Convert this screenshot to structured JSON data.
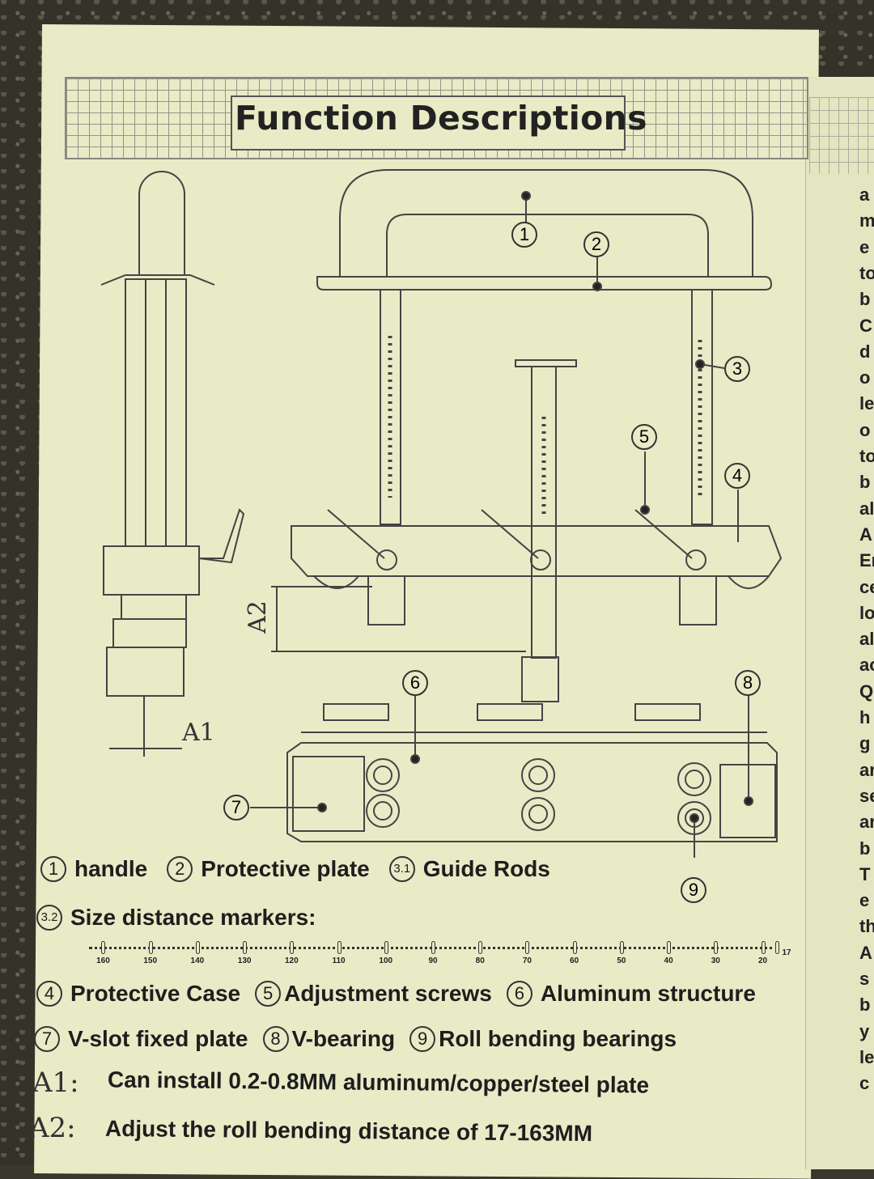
{
  "header": {
    "title": "Function Descriptions"
  },
  "diagram": {
    "callouts": [
      "1",
      "2",
      "3",
      "4",
      "5",
      "6",
      "7",
      "8",
      "9"
    ],
    "dim_a1": "A1",
    "dim_a2": "A2"
  },
  "legend": {
    "items": [
      {
        "num": "1",
        "label": "handle"
      },
      {
        "num": "2",
        "label": "Protective plate"
      },
      {
        "num": "3.1",
        "label": "Guide Rods"
      },
      {
        "num": "3.2",
        "label": "Size distance markers:"
      },
      {
        "num": "4",
        "label": "Protective Case"
      },
      {
        "num": "5",
        "label": "Adjustment screws"
      },
      {
        "num": "6",
        "label": "Aluminum structure"
      },
      {
        "num": "7",
        "label": "V-slot fixed plate"
      },
      {
        "num": "8",
        "label": "V-bearing"
      },
      {
        "num": "9",
        "label": "Roll bending bearings"
      }
    ],
    "stray_num": "9",
    "ruler_labels": [
      "160",
      "150",
      "140",
      "130",
      "120",
      "110",
      "100",
      "90",
      "80",
      "70",
      "60",
      "50",
      "40",
      "30",
      "20",
      "17"
    ],
    "a1": {
      "key": "A1:",
      "text": "Can install 0.2-0.8MM aluminum/copper/steel plate"
    },
    "a2": {
      "key": "A2:",
      "text": "Adjust the roll bending distance of 17-163MM"
    }
  },
  "next_page_fragments": [
    "a",
    "m",
    "e",
    "to",
    "b",
    "C",
    "d",
    "o",
    "le",
    "o",
    "to",
    "b",
    "al",
    "A",
    "Er",
    "ce",
    "lo",
    "al",
    "ac",
    "Q",
    "h",
    "g",
    "ar",
    "se",
    "ar",
    "b",
    "T",
    "e",
    "th",
    "A",
    "s",
    "b",
    "y",
    "le",
    "c"
  ]
}
